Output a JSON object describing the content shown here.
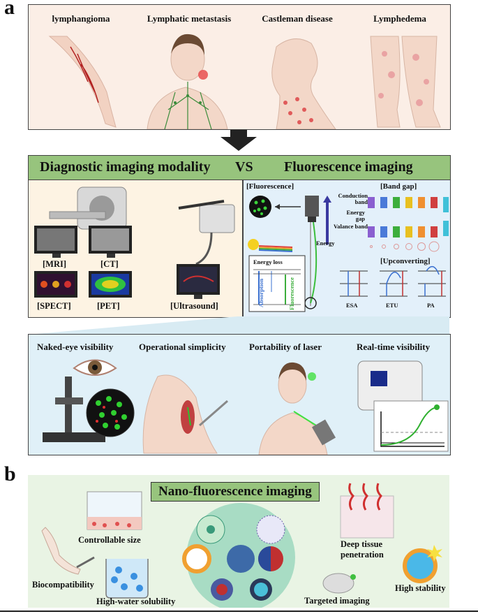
{
  "panel_a": {
    "letter": "a",
    "diseases": [
      "lymphangioma",
      "Lymphatic metastasis",
      "Castleman disease",
      "Lymphedema"
    ],
    "comparison": {
      "left": "Diagnostic imaging modality",
      "vs": "VS",
      "right": "Fluorescence imaging"
    },
    "modalities": [
      "[MRI]",
      "[CT]",
      "[SPECT]",
      "[PET]",
      "[Ultrasound]"
    ],
    "fluorescence": {
      "fluorescence_label": "[Fluorescence]",
      "band_gap_label": "[Band gap]",
      "conduction_band": "Conduction band",
      "energy_gap": "Energy gap",
      "valance_band": "Valance band",
      "energy": "Energy",
      "energy_loss": "Energy loss",
      "absorption": "Absorption",
      "fluorescence_axis": "Fluorescence",
      "upconverting_label": "[Upconverting]",
      "mechanisms": [
        "ESA",
        "ETU",
        "PA"
      ]
    },
    "advantages": [
      "Naked-eye visibility",
      "Operational simplicity",
      "Portability of laser",
      "Real-time visibility"
    ]
  },
  "panel_b": {
    "letter": "b",
    "title": "Nano-fluorescence imaging",
    "properties": [
      "Controllable size",
      "Biocompatibility",
      "High-water solubility",
      "Deep tissue penetration",
      "High stability",
      "Targeted imaging"
    ]
  },
  "colors": {
    "top_panel_bg": "#fbeee6",
    "header_green": "#97c47d",
    "left_panel_bg": "#fdf3e3",
    "right_panel_bg": "#e3f0fa",
    "bottom_panel_bg": "#e0f0f8",
    "panel_b_bg": "#e9f4e4"
  }
}
